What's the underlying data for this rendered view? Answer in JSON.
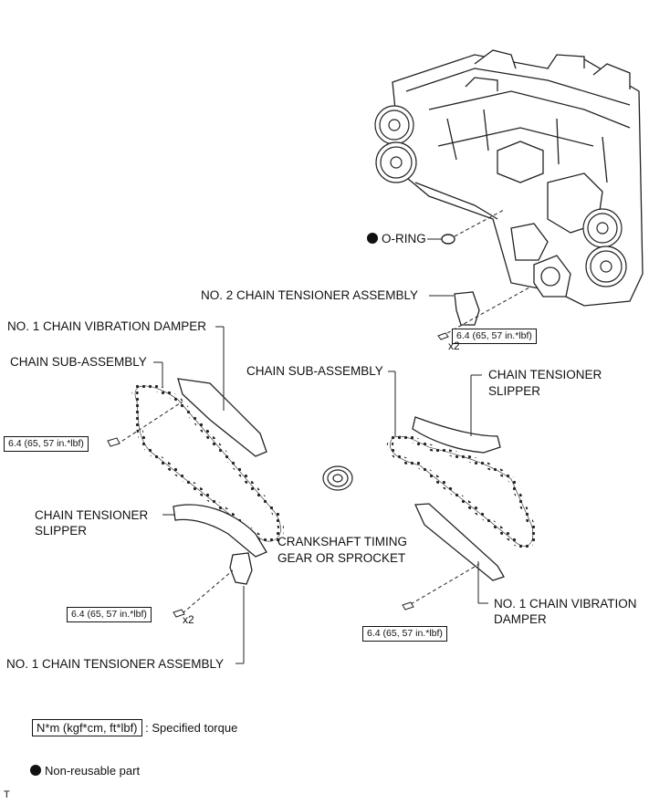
{
  "labels": {
    "o_ring": "O-RING",
    "no2_tensioner": "NO. 2 CHAIN TENSIONER ASSEMBLY",
    "no1_damper_left": "NO. 1 CHAIN VIBRATION DAMPER",
    "chain_left": "CHAIN SUB-ASSEMBLY",
    "chain_right": "CHAIN SUB-ASSEMBLY",
    "tensioner_slipper_right_1": "CHAIN TENSIONER",
    "tensioner_slipper_right_2": "SLIPPER",
    "tensioner_slipper_left_1": "CHAIN TENSIONER",
    "tensioner_slipper_left_2": "SLIPPER",
    "crank_gear_1": "CRANKSHAFT TIMING",
    "crank_gear_2": "GEAR OR SPROCKET",
    "no1_damper_right_1": "NO. 1 CHAIN VIBRATION",
    "no1_damper_right_2": "DAMPER",
    "no1_tensioner": "NO. 1 CHAIN TENSIONER ASSEMBLY"
  },
  "torque": {
    "value": "6.4 (65, 57 in.*lbf)",
    "count": "x2"
  },
  "legend": {
    "torque_key": "N*m (kgf*cm, ft*lbf)",
    "torque_desc": ": Specified torque",
    "non_reusable": "Non-reusable part"
  },
  "corner_mark": "T"
}
